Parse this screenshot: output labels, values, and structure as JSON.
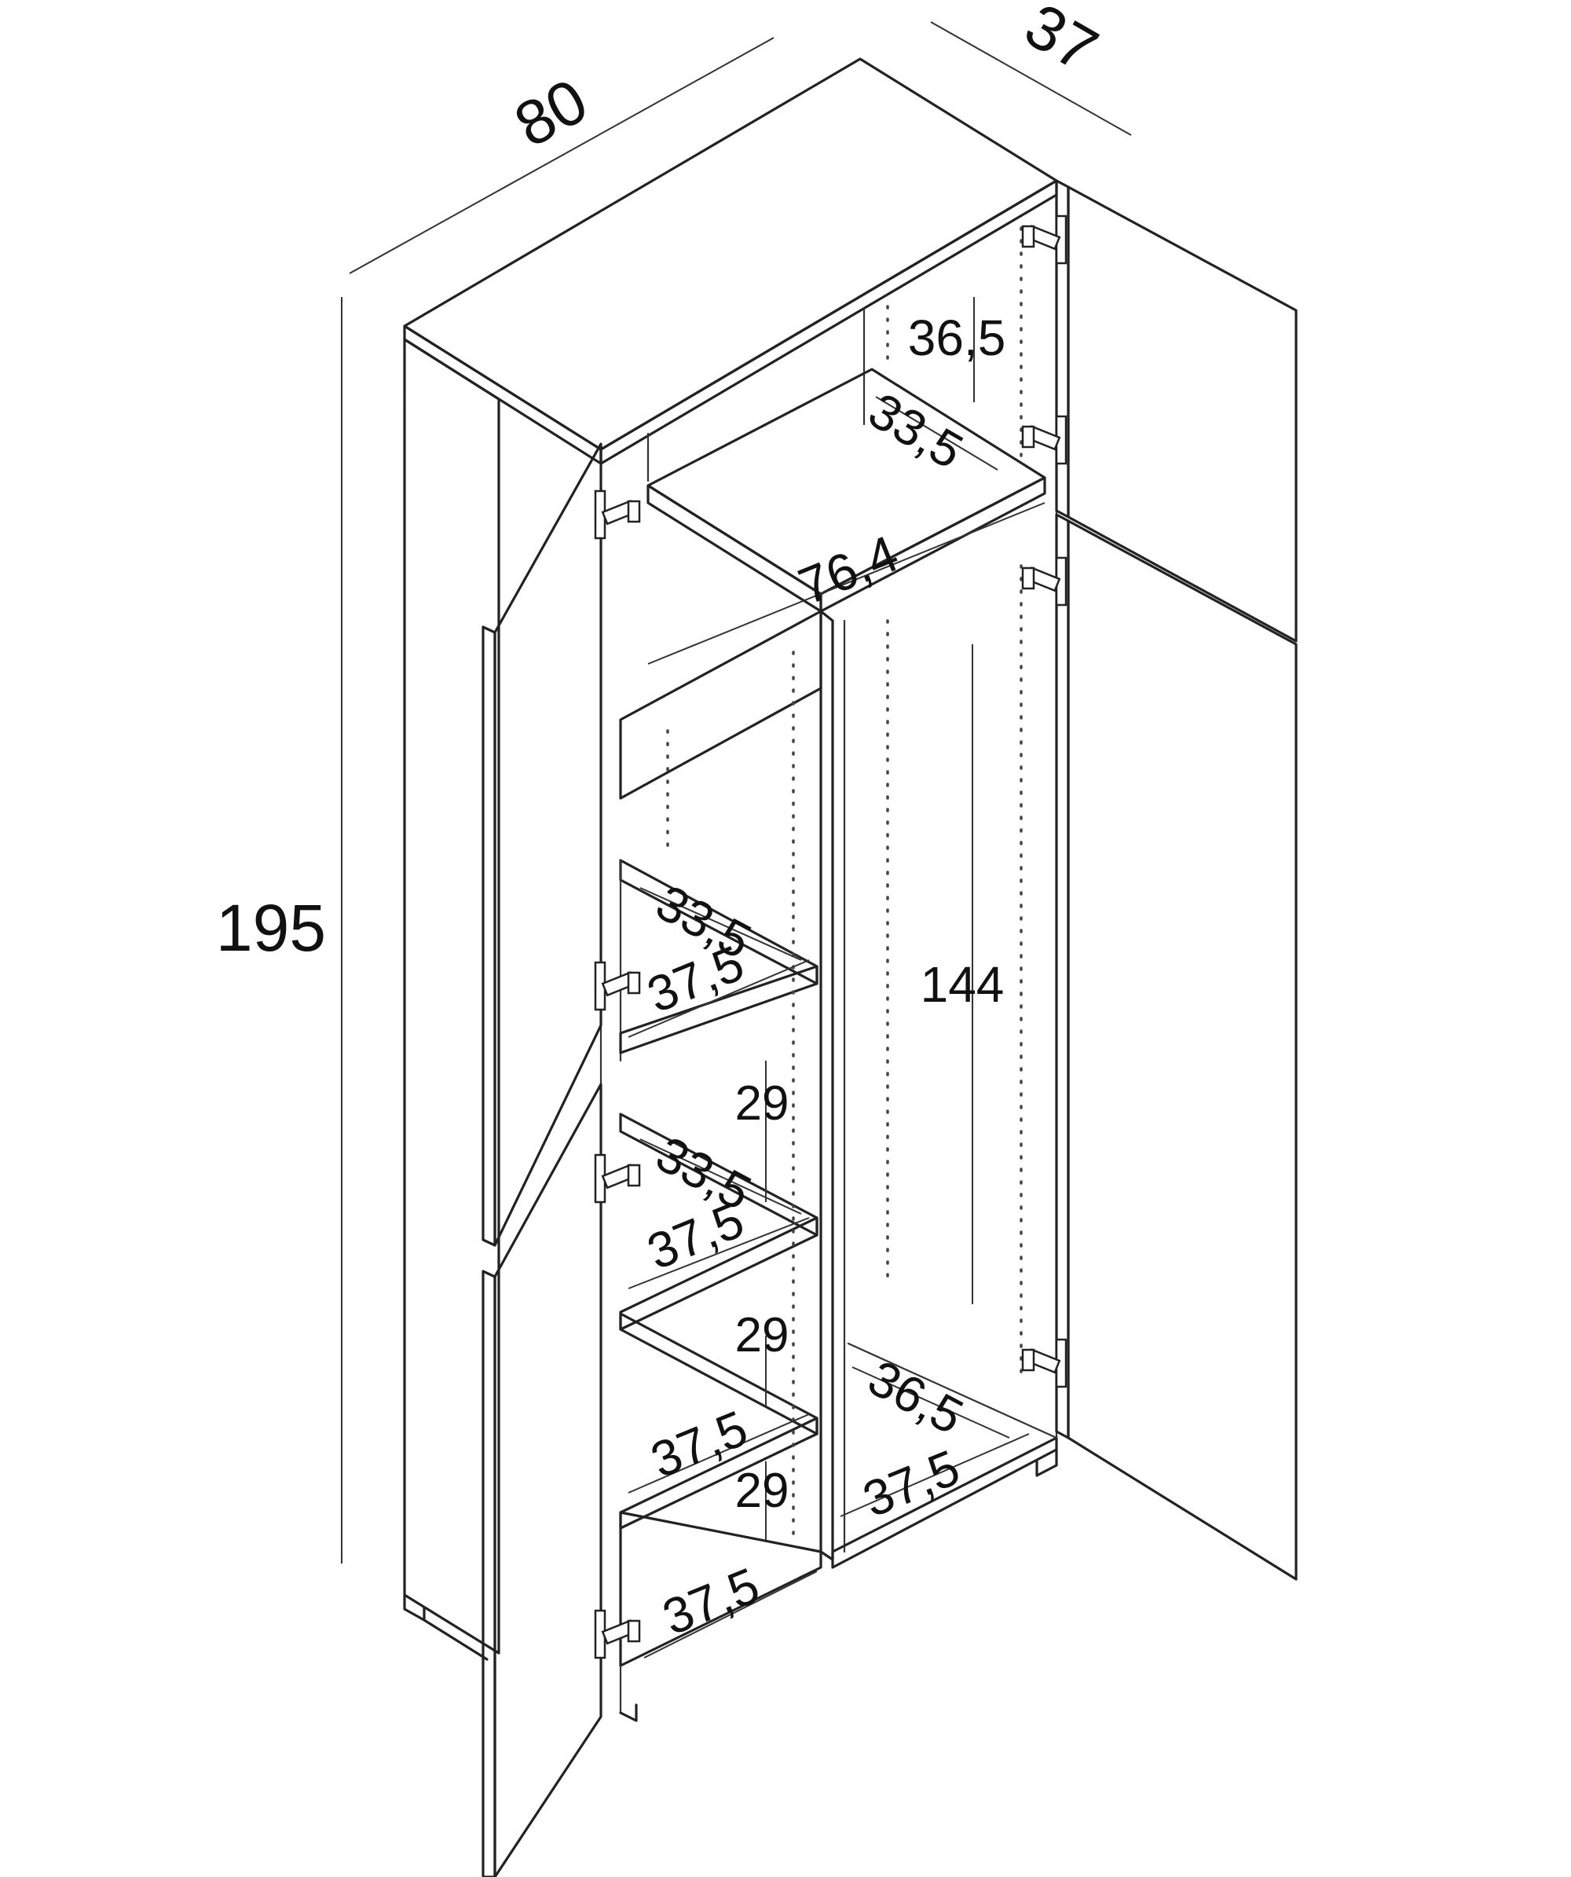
{
  "overall": {
    "width": "80",
    "depth": "37",
    "height": "195"
  },
  "interior": {
    "top_height": "36,5",
    "top_depth": "33,5",
    "inner_width": "76,4",
    "wardrobe_height": "144",
    "left_shelf1_depth": "33,5",
    "left_shelf1_width": "37,5",
    "left_gap1": "29",
    "left_shelf2_depth": "33,5",
    "left_shelf2_width": "37,5",
    "left_gap2": "29",
    "left_shelf3_width": "37,5",
    "left_gap3": "29",
    "left_bottom_width": "37,5",
    "right_bottom_depth": "36,5",
    "right_bottom_width": "37,5"
  },
  "colors": {
    "line": "#222222",
    "background": "#ffffff"
  }
}
